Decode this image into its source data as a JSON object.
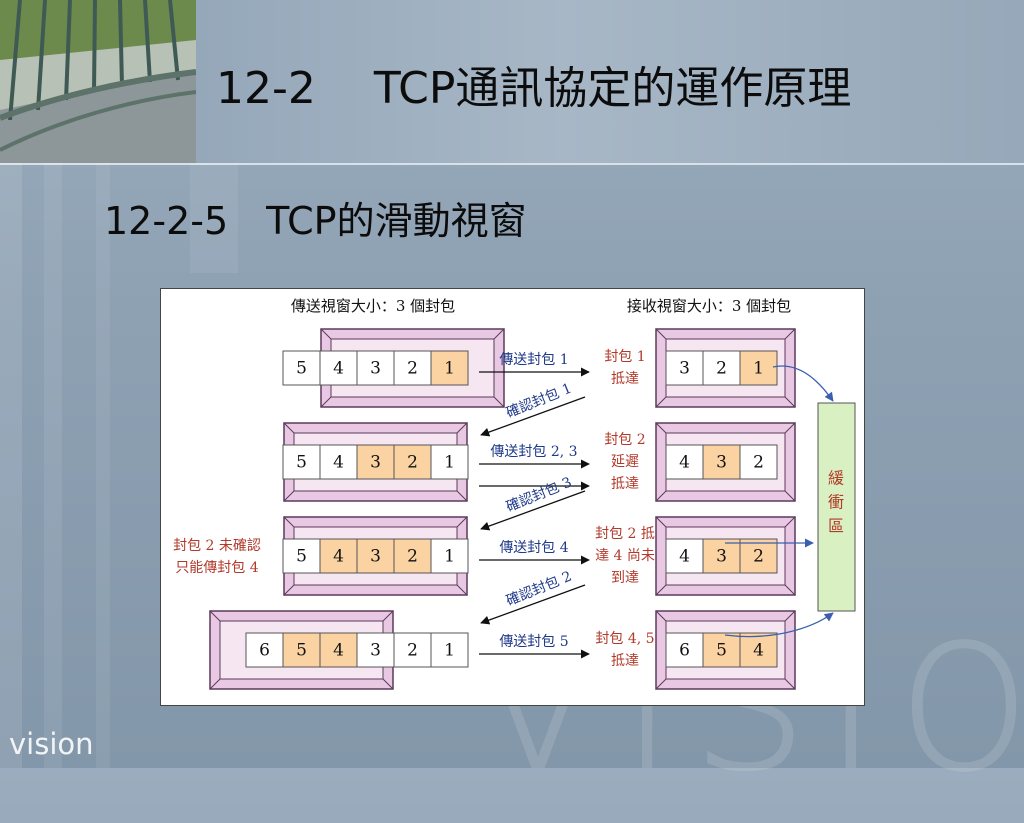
{
  "slide": {
    "title": "12-2　 TCP通訊協定的運作原理",
    "section": "12-2-5　TCP的滑動視窗",
    "brand": "vision",
    "watermark": "vision"
  },
  "diagram": {
    "send_window_label": "傳送視窗大小：3 個封包",
    "recv_window_label": "接收視窗大小：3 個封包",
    "buffer_label": [
      "緩",
      "衝",
      "區"
    ],
    "rows": [
      {
        "send_cells": [
          "5",
          "4",
          "3",
          "2",
          "1"
        ],
        "send_highlight": [
          4
        ],
        "recv_cells": [
          "3",
          "2",
          "1"
        ],
        "recv_highlight": [
          2
        ],
        "arrow_right_label": "傳送封包 1",
        "status_lines": [
          "封包 1",
          "抵達"
        ]
      },
      {
        "ack_label": "確認封包 1",
        "send_cells": [
          "5",
          "4",
          "3",
          "2",
          "1"
        ],
        "send_highlight": [
          2,
          3
        ],
        "recv_cells": [
          "4",
          "3",
          "2"
        ],
        "recv_highlight": [
          1
        ],
        "arrow_right_label": "傳送封包 2, 3",
        "status_lines": [
          "封包 2",
          "延遲",
          "抵達"
        ]
      },
      {
        "ack_label": "確認封包 3",
        "side_note_lines": [
          "封包 2 未確認",
          "只能傳封包 4"
        ],
        "send_cells": [
          "5",
          "4",
          "3",
          "2",
          "1"
        ],
        "send_highlight": [
          1,
          2,
          3
        ],
        "recv_cells": [
          "4",
          "3",
          "2"
        ],
        "recv_highlight": [
          1,
          2
        ],
        "arrow_right_label": "傳送封包 4",
        "status_lines": [
          "封包 2 抵",
          "達 4 尚未",
          "到達"
        ]
      },
      {
        "ack_label": "確認封包 2",
        "send_cells": [
          "6",
          "5",
          "4",
          "3",
          "2",
          "1"
        ],
        "send_highlight": [
          1,
          2
        ],
        "recv_cells": [
          "6",
          "5",
          "4"
        ],
        "recv_highlight": [
          1,
          2
        ],
        "arrow_right_label": "傳送封包 5",
        "status_lines": [
          "封包 4, 5",
          "抵達"
        ]
      }
    ]
  },
  "colors": {
    "highlight": "#fbd3a3",
    "frame_fill": "#e9c8e3",
    "frame_stroke": "#5a3a5a",
    "buffer_fill": "#d9f0c2",
    "status_text": "#b23a2a",
    "arrow_label": "#1f3a8a",
    "curve_arrow": "#3a5fb0"
  }
}
